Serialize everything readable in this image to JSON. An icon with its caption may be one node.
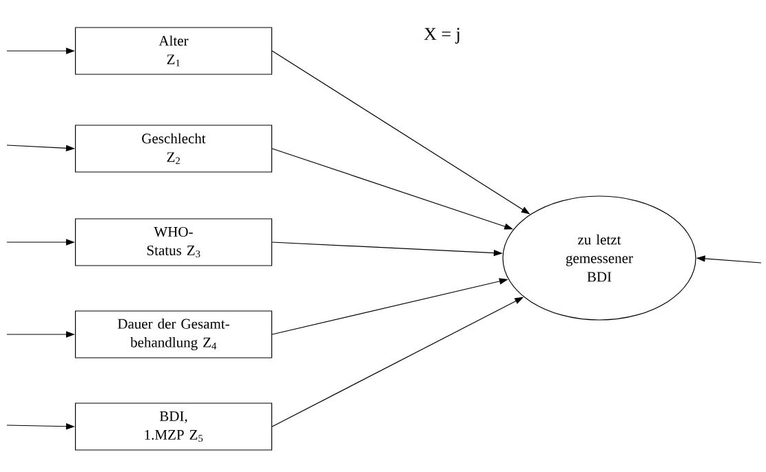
{
  "diagram": {
    "nodes": [
      {
        "text": [
          "Alter Z$_{1}$"
        ]
      },
      {
        "text": [
          "Geschlecht Z$_{2}$"
        ]
      },
      {
        "text": [
          "WHO- Status Z$_{3}$"
        ]
      },
      {
        "text": [
          "Dauer der Gesamt- behandlung Z$_{4}$"
        ]
      },
      {
        "text": [
          "BDI, 1.MZP Z$_{5}$"
        ]
      },
      {
        "text": [
          "zu letzt gemessener BDI"
        ]
      }
    ],
    "edges": [
      {
        "from": null,
        "to": 0,
        "arrow": "to"
      },
      {
        "from": null,
        "to": 1,
        "arrow": "to"
      },
      {
        "from": null,
        "to": 2,
        "arrow": "to"
      },
      {
        "from": null,
        "to": 3,
        "arrow": "to"
      },
      {
        "from": null,
        "to": 4,
        "arrow": "to"
      },
      {
        "from": 0,
        "to": 5,
        "arrow": "to"
      },
      {
        "from": 1,
        "to": 5,
        "arrow": "to"
      },
      {
        "from": 2,
        "to": 5,
        "arrow": "to"
      },
      {
        "from": 3,
        "to": 5,
        "arrow": "to"
      },
      {
        "from": 4,
        "to": 5,
        "arrow": "to"
      },
      {
        "from": null,
        "to": 5,
        "arrow": "to"
      }
    ],
    "labels": [
      "X = j"
    ]
  }
}
